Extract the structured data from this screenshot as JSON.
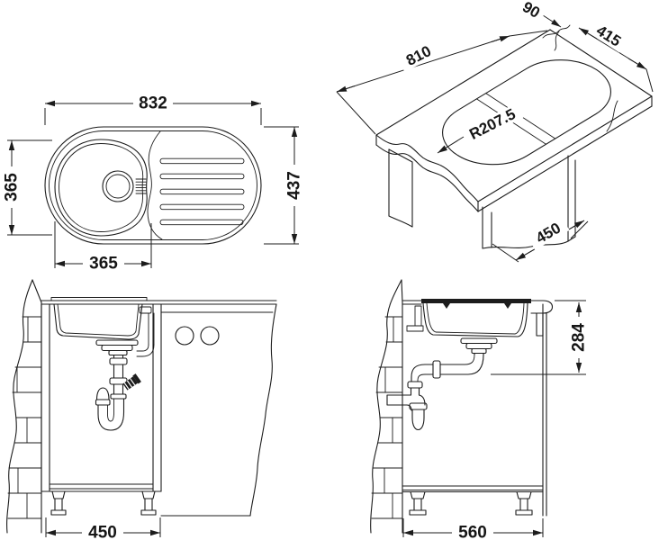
{
  "drawing": {
    "background": "#ffffff",
    "line_color": "#1c1c1c",
    "views": {
      "top": {
        "name": "sink top view",
        "dim_overall_width": "832",
        "dim_bowl_diameter": "365",
        "dim_overall_depth": "437",
        "dim_bowl_width": "365"
      },
      "iso": {
        "name": "countertop cutout isometric view",
        "dim_cutout_length": "810",
        "dim_edge_offset": "90",
        "dim_cutout_width": "415",
        "dim_corner_radius": "R207.5",
        "dim_cabinet_depth": "450"
      },
      "front": {
        "name": "front installation view",
        "dim_cabinet_width": "450"
      },
      "side": {
        "name": "side installation view",
        "dim_sink_depth": "284",
        "dim_cabinet_depth": "560"
      }
    }
  }
}
